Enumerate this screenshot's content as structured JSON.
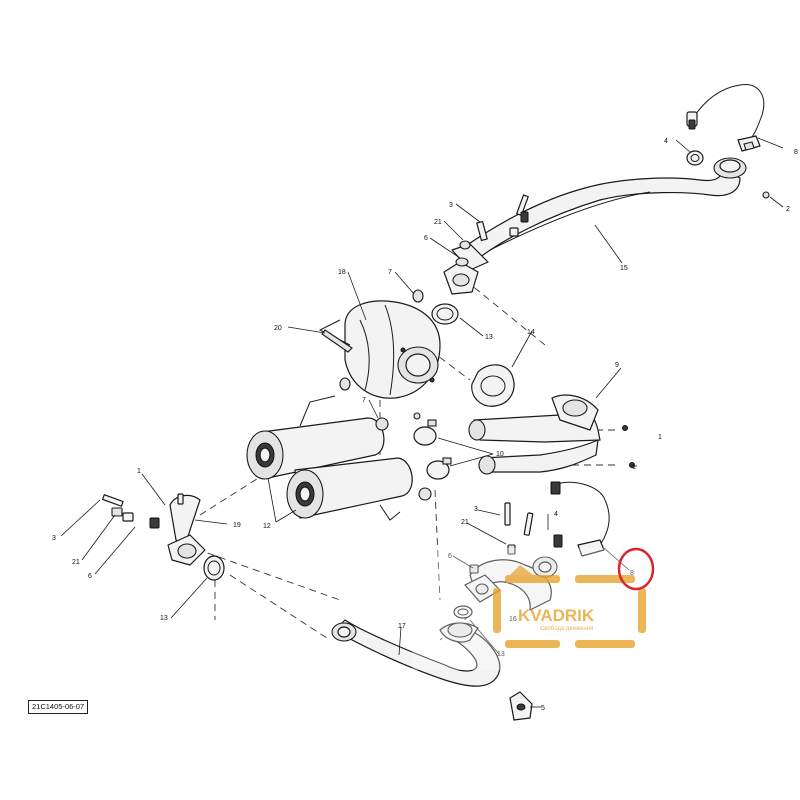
{
  "diagram": {
    "code": "21C1405-06-07",
    "callouts": {
      "c1a": "1",
      "c1b": "1",
      "c1c": "1",
      "c2": "2",
      "c3a": "3",
      "c3b": "3",
      "c3c": "3",
      "c4a": "4",
      "c4b": "4",
      "c5": "5",
      "c6a": "6",
      "c6b": "6",
      "c6c": "6",
      "c7a": "7",
      "c7b": "7",
      "c8a": "8",
      "c8b": "8",
      "c9": "9",
      "c10": "10",
      "c12": "12",
      "c13a": "13",
      "c13b": "13",
      "c13c": "13",
      "c14": "14",
      "c15": "15",
      "c16": "16",
      "c17": "17",
      "c18": "18",
      "c19": "19",
      "c20": "20",
      "c21a": "21",
      "c21b": "21",
      "c21c": "21"
    },
    "highlight_color": "#d9262c"
  },
  "watermark": {
    "brand": "KVADRIK",
    "tagline": "Свобода движения",
    "color": "#e8a93c"
  }
}
